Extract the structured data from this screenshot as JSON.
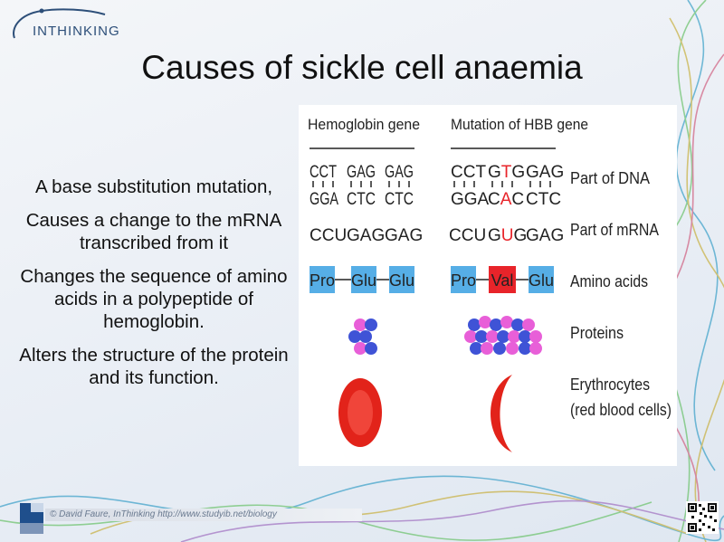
{
  "logo": {
    "text": "INTHINKING"
  },
  "slide": {
    "title": "Causes of sickle cell anaemia"
  },
  "bullets": [
    "A base substitution mutation,",
    "Causes a change to the mRNA transcribed from it",
    "Changes the sequence of amino acids in a polypeptide of hemoglobin.",
    "Alters the structure of the protein and its function."
  ],
  "figure": {
    "col_normal": "Hemoglobin gene",
    "col_mutant": "Mutation of HBB gene",
    "row_labels": {
      "dna": "Part of DNA",
      "mrna": "Part of mRNA",
      "amino": "Amino acids",
      "proteins": "Proteins",
      "erythro1": "Erythrocytes",
      "erythro2": "(red blood cells)"
    },
    "normal": {
      "dna_top": [
        "CCT",
        "GAG",
        "GAG"
      ],
      "dna_bottom": [
        "GGA",
        "CTC",
        "CTC"
      ],
      "mrna": [
        "CCU",
        "GAG",
        "GAG"
      ],
      "amino": [
        "Pro",
        "Glu",
        "Glu"
      ]
    },
    "mutant": {
      "dna_top_codons": [
        [
          "CCT"
        ],
        [
          "G",
          "T",
          "G"
        ],
        [
          "GAG"
        ]
      ],
      "dna_bottom_codons": [
        [
          "GGA"
        ],
        [
          "C",
          "A",
          "C"
        ],
        [
          "CTC"
        ]
      ],
      "mrna_codons": [
        [
          "CCU"
        ],
        [
          "G",
          "U",
          "G"
        ],
        [
          "GAG"
        ]
      ],
      "amino": [
        "Pro",
        "Val",
        "Glu"
      ]
    },
    "colors": {
      "amino_box": "#56aee6",
      "mutant_box": "#e8242a",
      "mutation_letter": "#e8242a",
      "protein_pink": "#e85fd8",
      "protein_blue": "#3f53d6",
      "cell_red": "#e2231a"
    }
  },
  "footer": {
    "text": "© David Faure, InThinking  http://www.studyib.net/biology"
  }
}
